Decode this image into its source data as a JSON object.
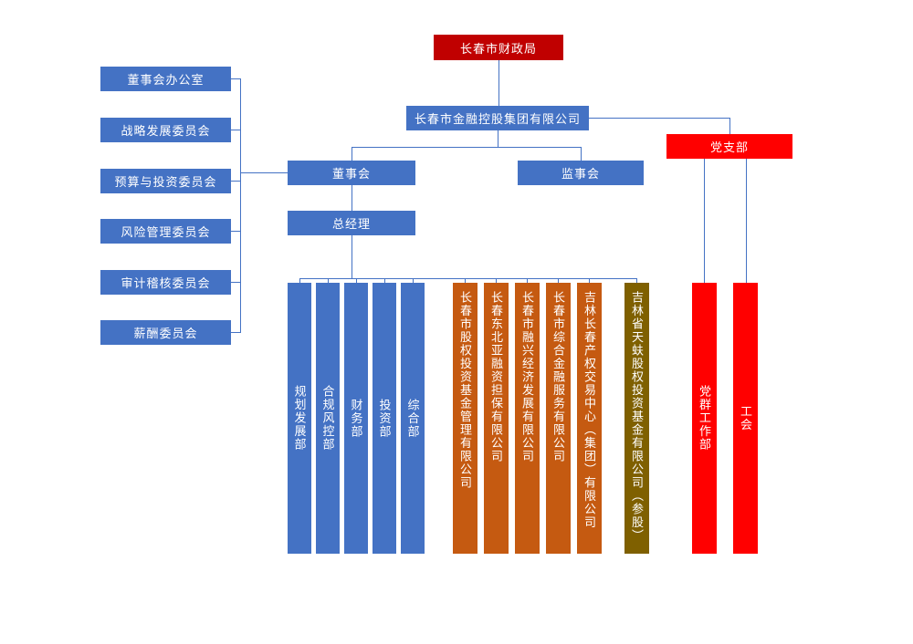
{
  "colors": {
    "dark_red": "#c00000",
    "bright_red": "#ff0000",
    "blue": "#4472c4",
    "orange": "#c55a11",
    "olive": "#7f6000",
    "connector_line": "#4472c4",
    "background": "#ffffff"
  },
  "nodes": {
    "finance_bureau": "长春市财政局",
    "group_company": "长春市金融控股集团有限公司",
    "party_branch": "党支部",
    "board_of_directors": "董事会",
    "supervisory_board": "监事会",
    "general_manager": "总经理",
    "committees": [
      "董事会办公室",
      "战略发展委员会",
      "预算与投资委员会",
      "风险管理委员会",
      "审计稽核委员会",
      "薪酬委员会"
    ],
    "departments": [
      "规划发展部",
      "合规风控部",
      "财务部",
      "投资部",
      "综合部"
    ],
    "subsidiaries": [
      "长春市股权投资基金管理有限公司",
      "长春东北亚融资担保有限公司",
      "长春市融兴经济发展有限公司",
      "长春市综合金融服务有限公司",
      "吉林长春产权交易中心（集团）有限公司"
    ],
    "participating_company": "吉林省天蚨股权投资基金有限公司（参股）",
    "party_departments": [
      "党群工作部",
      "工会"
    ]
  }
}
